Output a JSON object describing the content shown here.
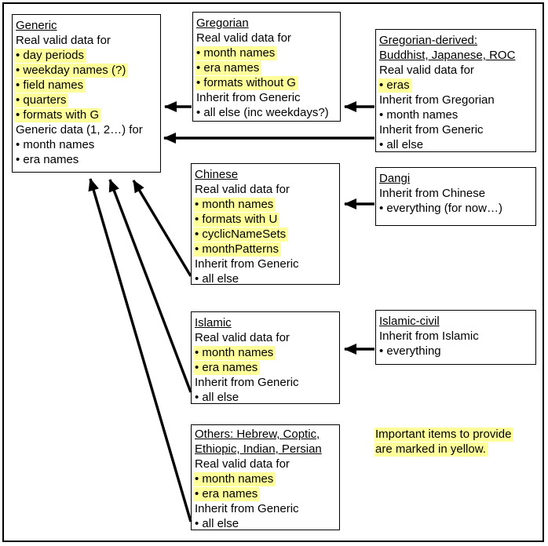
{
  "colors": {
    "highlight": "#FFFF99",
    "line": "#000000",
    "background": "#FFFFFF"
  },
  "note": {
    "line1": "Important items to provide",
    "line2": "are marked in yellow."
  },
  "boxes": {
    "generic": {
      "lines": [
        {
          "text": "Generic",
          "underline": true
        },
        {
          "text": "Real valid data for"
        },
        {
          "text": "• day periods",
          "highlight": true
        },
        {
          "text": "• weekday names (?)",
          "highlight": true
        },
        {
          "text": "• field names",
          "highlight": true
        },
        {
          "text": "• quarters",
          "highlight": true
        },
        {
          "text": "• formats with G",
          "highlight": true
        },
        {
          "text": "Generic data (1, 2…) for"
        },
        {
          "text": "• month names"
        },
        {
          "text": "• era names"
        }
      ]
    },
    "gregorian": {
      "lines": [
        {
          "text": "Gregorian",
          "underline": true
        },
        {
          "text": "Real valid data for"
        },
        {
          "text": "• month names",
          "highlight": true
        },
        {
          "text": "• era names",
          "highlight": true
        },
        {
          "text": "• formats without G",
          "highlight": true
        },
        {
          "text": "Inherit from Generic"
        },
        {
          "text": "• all else (inc weekdays?)"
        }
      ]
    },
    "gregorian_derived": {
      "lines": [
        {
          "text": "Gregorian-derived:",
          "underline": true
        },
        {
          "text": "Buddhist, Japanese, ROC",
          "underline": true
        },
        {
          "text": "Real valid data for"
        },
        {
          "text": "• eras",
          "highlight": true
        },
        {
          "text": "Inherit from Gregorian"
        },
        {
          "text": "• month names"
        },
        {
          "text": "Inherit from Generic"
        },
        {
          "text": "• all else"
        }
      ]
    },
    "chinese": {
      "lines": [
        {
          "text": "Chinese",
          "underline": true
        },
        {
          "text": "Real valid data for"
        },
        {
          "text": "• month names",
          "highlight": true
        },
        {
          "text": "• formats with U",
          "highlight": true
        },
        {
          "text": "• cyclicNameSets",
          "highlight": true
        },
        {
          "text": "• monthPatterns",
          "highlight": true
        },
        {
          "text": "Inherit from Generic"
        },
        {
          "text": "• all else"
        }
      ]
    },
    "dangi": {
      "lines": [
        {
          "text": "Dangi",
          "underline": true
        },
        {
          "text": "Inherit from Chinese"
        },
        {
          "text": "• everything (for now…)"
        }
      ]
    },
    "islamic": {
      "lines": [
        {
          "text": "Islamic",
          "underline": true
        },
        {
          "text": "Real valid data for"
        },
        {
          "text": "• month names",
          "highlight": true
        },
        {
          "text": "• era names",
          "highlight": true
        },
        {
          "text": "Inherit from Generic"
        },
        {
          "text": "• all else"
        }
      ]
    },
    "islamic_civil": {
      "lines": [
        {
          "text": "Islamic-civil",
          "underline": true
        },
        {
          "text": "Inherit from Islamic"
        },
        {
          "text": "• everything"
        }
      ]
    },
    "others": {
      "lines": [
        {
          "text": "Others: Hebrew, Coptic,",
          "underline": true
        },
        {
          "text": "Ethiopic, Indian, Persian",
          "underline": true
        },
        {
          "text": "Real valid data for"
        },
        {
          "text": "• month names",
          "highlight": true
        },
        {
          "text": "• era names",
          "highlight": true
        },
        {
          "text": "Inherit from Generic"
        },
        {
          "text": "• all else"
        }
      ]
    }
  },
  "arrows": [
    {
      "from": "gregorian",
      "to": "generic"
    },
    {
      "from": "gregorian_derived",
      "to": "gregorian"
    },
    {
      "from": "gregorian_derived",
      "to": "generic"
    },
    {
      "from": "dangi",
      "to": "chinese"
    },
    {
      "from": "islamic_civil",
      "to": "islamic"
    },
    {
      "from": "chinese",
      "to": "generic"
    },
    {
      "from": "islamic",
      "to": "generic"
    },
    {
      "from": "others",
      "to": "generic"
    }
  ]
}
